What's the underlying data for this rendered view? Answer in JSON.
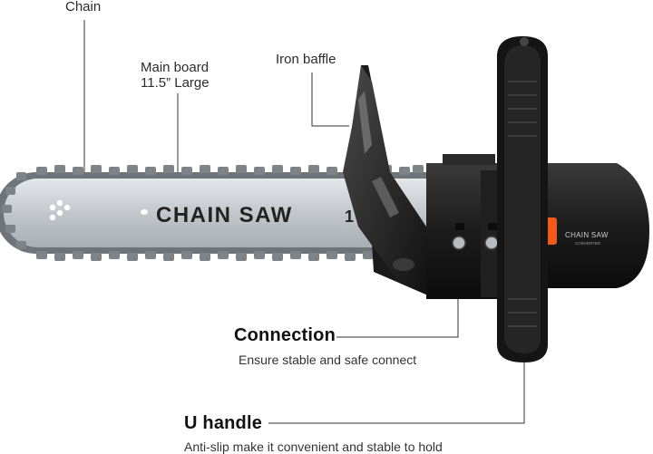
{
  "callouts": {
    "chain": "Chain",
    "main_board_line1": "Main board",
    "main_board_line2": "11.5” Large",
    "iron_baffle": "Iron baffle",
    "connection_title": "Connection",
    "connection_desc": "Ensure stable and safe connect",
    "u_handle_title": "U handle",
    "u_handle_desc": "Anti-slip make it convenient and stable to hold"
  },
  "product": {
    "bar_print": "CHAIN SAW",
    "bar_print_suffix": "1",
    "body_brand": "CHAIN SAW",
    "body_brand_sub": "CONVERTER"
  },
  "colors": {
    "bar": "#c9cdd2",
    "chain": "#8b8f95",
    "body": "#1a1a1a",
    "accent": "#f05a1a"
  }
}
